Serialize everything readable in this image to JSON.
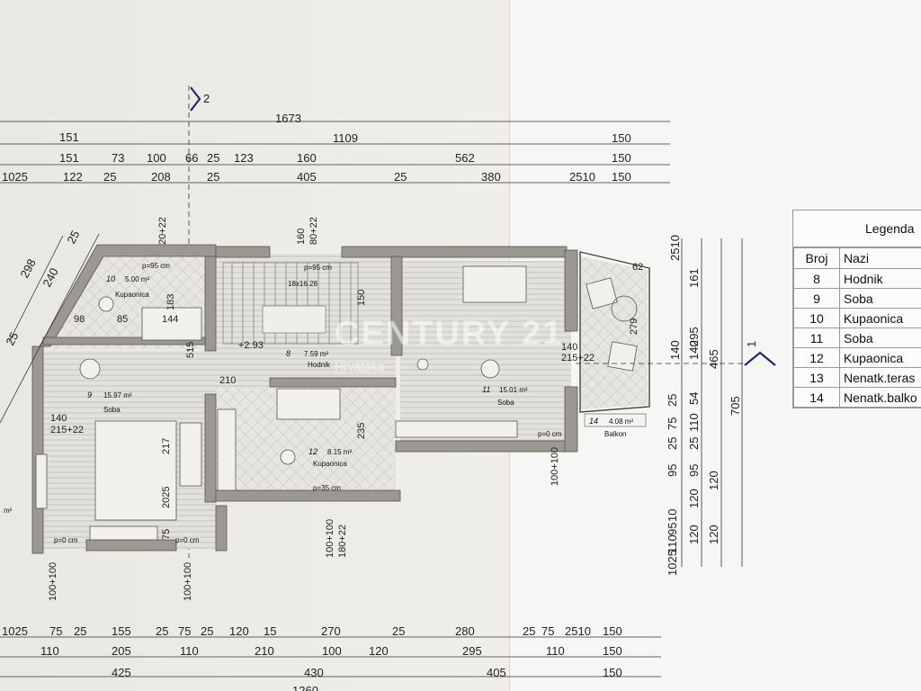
{
  "watermark": {
    "brand": "CENTURY 21",
    "sub": "Hrvatska"
  },
  "section_marks": {
    "top": "2",
    "right": "1"
  },
  "dims_top": {
    "row1": [
      "1673"
    ],
    "row2": [
      "151",
      "1109",
      "150"
    ],
    "row3": [
      "151",
      "73",
      "100",
      "66",
      "25",
      "123",
      "160",
      "562",
      "150"
    ],
    "row4": [
      "1025",
      "122",
      "25",
      "208",
      "25",
      "405",
      "25",
      "380",
      "2510",
      "150"
    ]
  },
  "dims_bottom": {
    "row1": [
      "1025",
      "75",
      "25",
      "155",
      "25",
      "75",
      "25",
      "120",
      "15",
      "270",
      "25",
      "280",
      "25",
      "75",
      "2510",
      "150"
    ],
    "row2": [
      "110",
      "205",
      "110",
      "210",
      "100",
      "120",
      "295",
      "110",
      "150"
    ],
    "row3": [
      "425",
      "430",
      "405",
      "150"
    ],
    "row4": [
      "1260"
    ]
  },
  "dims_right": {
    "col1": [
      "2510",
      "295",
      "140",
      "110",
      "25",
      "25",
      "95",
      "120",
      "110",
      "120",
      "1025"
    ],
    "col2": [
      "161",
      "140",
      "54",
      "75",
      "25",
      "95",
      "10",
      "95"
    ],
    "col3": [
      "465",
      "120",
      "120"
    ],
    "col4": [
      "705"
    ]
  },
  "dims_left": [
    "298",
    "240",
    "25",
    "25"
  ],
  "rooms": [
    {
      "no": "8",
      "area": "7.59 m²",
      "name": "Hodnik"
    },
    {
      "no": "9",
      "area": "15.97 m²",
      "name": "Soba"
    },
    {
      "no": "10",
      "area": "5.00 m²",
      "name": "Kupaonica"
    },
    {
      "no": "11",
      "area": "15.01 m²",
      "name": "Soba"
    },
    {
      "no": "12",
      "area": "8.15 m²",
      "name": "Kupaonica"
    },
    {
      "no": "14",
      "area": "4.08 m²",
      "name": "Balkon"
    }
  ],
  "inner_labels": {
    "stairs": "18x16.28",
    "level": "+2.93",
    "p95": "p=95 cm",
    "p0": "p=0 cm",
    "p35": "p=35 cm",
    "door_a": "100+100",
    "door_b": "215+22",
    "door_c": "140",
    "door_d": "160",
    "door_e": "80+22",
    "door_f": "20+22",
    "door_g": "180+22",
    "n98": "98",
    "n85": "85",
    "n144": "144",
    "n183": "183",
    "n515": "515",
    "n210": "210",
    "n217": "217",
    "n2025": "2025",
    "n75": "75",
    "n235": "235",
    "n150": "150",
    "n279": "279",
    "n62": "62",
    "sm2": "m²"
  },
  "legend": {
    "title": "Legenda",
    "col_num": "Broj",
    "col_name": "Nazi",
    "rows": [
      {
        "num": "8",
        "name": "Hodnik"
      },
      {
        "num": "9",
        "name": "Soba"
      },
      {
        "num": "10",
        "name": "Kupaonica"
      },
      {
        "num": "11",
        "name": "Soba"
      },
      {
        "num": "12",
        "name": "Kupaonica"
      },
      {
        "num": "13",
        "name": "Nenatk.teras"
      },
      {
        "num": "14",
        "name": "Nenatk.balko"
      }
    ]
  }
}
